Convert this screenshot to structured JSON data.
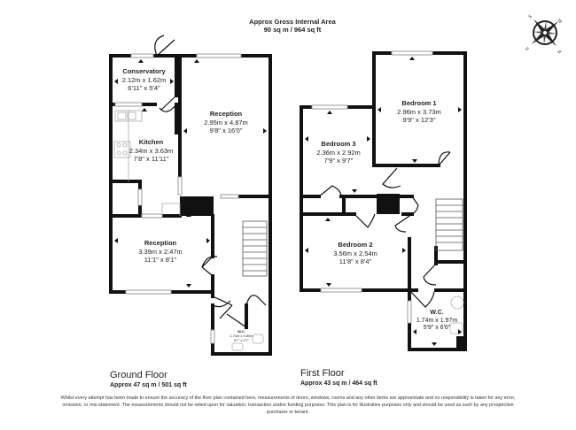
{
  "header": {
    "title": "Approx Gross Internal Area",
    "area": "90 sq m / 964 sq ft"
  },
  "compass": {
    "icon": "compass-rose-icon",
    "labels": [
      "N",
      "S",
      "E",
      "W"
    ]
  },
  "ground_floor": {
    "title": "Ground Floor",
    "area": "Approx 47 sq m / 501 sq ft",
    "rooms": [
      {
        "name": "Conservatory",
        "metric": "2.12m x 1.62m",
        "imperial": "6'11\" x 5'4\""
      },
      {
        "name": "Reception",
        "metric": "2.95m x 4.87m",
        "imperial": "9'8\" x 16'0\""
      },
      {
        "name": "Kitchen",
        "metric": "2.34m x 3.63m",
        "imperial": "7'8\" x 11'11\""
      },
      {
        "name": "Reception",
        "metric": "3.39m x 2.47m",
        "imperial": "11'1\" x 8'1\""
      },
      {
        "name": "W.C.",
        "metric": "1.71m x 0.80m",
        "imperial": "5'7\" x 2'7\""
      }
    ]
  },
  "first_floor": {
    "title": "First Floor",
    "area": "Approx 43 sq m / 464 sq ft",
    "rooms": [
      {
        "name": "Bedroom 1",
        "metric": "2.96m x 3.73m",
        "imperial": "9'9\" x 12'3\""
      },
      {
        "name": "Bedroom 3",
        "metric": "2.36m x 2.92m",
        "imperial": "7'9\" x 9'7\""
      },
      {
        "name": "Bedroom 2",
        "metric": "3.56m x 2.54m",
        "imperial": "11'8\" x 8'4\""
      },
      {
        "name": "W.C.",
        "metric": "1.74m x 1.97m",
        "imperial": "5'9\" x 6'6\""
      }
    ]
  },
  "disclaimer": "Whilst every attempt has been made to ensure the accuracy of the floor plan contained here, measurements of doors, windows, rooms and any other items are approximate and no responsibility is taken for any error, omission, or mis-statement. The measurements should not be relied upon for valuation, transaction and/or funding purposes. This plan is for illustrative purposes only and should be used as such by any prospective purchaser or tenant."
}
